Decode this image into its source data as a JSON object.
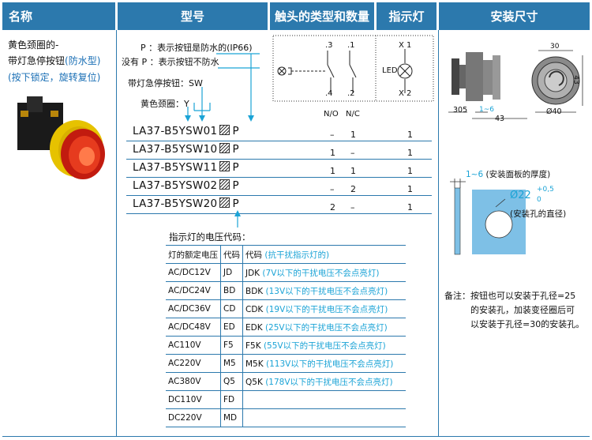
{
  "headers": {
    "name": "名称",
    "model": "型号",
    "contacts": "触头的类型和数量",
    "lamp": "指示灯",
    "mount": "安装尺寸"
  },
  "product": {
    "line1": "黄色颈圈的-",
    "line2a": "带灯急停按钮",
    "line2b": "(防水型)",
    "line3": "(按下锁定，旋转复位)"
  },
  "legend": {
    "p_line": "P ：表示按钮是防水的(IP66)",
    "nop_prefix": "没有",
    "nop_line": "P ：表示按钮不防水",
    "sw_line": "带灯急停按钮：SW",
    "y_line": "黄色颈圈：Y"
  },
  "models": [
    {
      "code": "LA37-B5YSW01",
      "suffix": "P",
      "no": "–",
      "nc": "1",
      "lamp": "1"
    },
    {
      "code": "LA37-B5YSW10",
      "suffix": "P",
      "no": "1",
      "nc": "–",
      "lamp": "1"
    },
    {
      "code": "LA37-B5YSW11",
      "suffix": "P",
      "no": "1",
      "nc": "1",
      "lamp": "1"
    },
    {
      "code": "LA37-B5YSW02",
      "suffix": "P",
      "no": "–",
      "nc": "2",
      "lamp": "1"
    },
    {
      "code": "LA37-B5YSW20",
      "suffix": "P",
      "no": "2",
      "nc": "–",
      "lamp": "1"
    }
  ],
  "contact_diagram": {
    "t3": ".3",
    "t1": ".1",
    "t4": ".4",
    "t2": ".2",
    "no": "N/O",
    "nc": "N/C"
  },
  "lamp_diagram": {
    "x1": "X 1",
    "x2": "X 2",
    "led": "LED"
  },
  "dims": {
    "top": "30",
    "side": "43",
    "left": "305",
    "small": "1~6",
    "bottom": "43",
    "dia": "Ø40"
  },
  "panel": {
    "thick": "1~6",
    "thick_note": "(安装面板的厚度)",
    "hole": "Ø22",
    "tol_up": "+0,5",
    "tol_down": "0",
    "hole_note": "(安装孔的直径)"
  },
  "note": {
    "label": "备注：",
    "l1": "按钮也可以安装于孔径=25",
    "l2": "的安装孔，加装变径圈后可",
    "l3": "以安装于孔径=30的安装孔。"
  },
  "voltage": {
    "title": "指示灯的电压代码：",
    "col1": "灯的额定电压",
    "col2": "代码",
    "col3": "代码",
    "col3_note": "(抗干扰指示灯的)",
    "rows": [
      {
        "v": "AC/DC12V",
        "c": "JD",
        "k": "JDK",
        "n": "(7V以下的干扰电压不会点亮灯)"
      },
      {
        "v": "AC/DC24V",
        "c": "BD",
        "k": "BDK",
        "n": "(13V以下的干扰电压不会点亮灯)"
      },
      {
        "v": "AC/DC36V",
        "c": "CD",
        "k": "CDK",
        "n": "(19V以下的干扰电压不会点亮灯)"
      },
      {
        "v": "AC/DC48V",
        "c": "ED",
        "k": "EDK",
        "n": "(25V以下的干扰电压不会点亮灯)"
      },
      {
        "v": "AC110V",
        "c": "F5",
        "k": "F5K",
        "n": "(55V以下的干扰电压不会点亮灯)"
      },
      {
        "v": "AC220V",
        "c": "M5",
        "k": "M5K",
        "n": "(113V以下的干扰电压不会点亮灯)"
      },
      {
        "v": "AC380V",
        "c": "Q5",
        "k": "Q5K",
        "n": "(178V以下的干扰电压不会点亮灯)"
      },
      {
        "v": "DC110V",
        "c": "FD",
        "k": "",
        "n": ""
      },
      {
        "v": "DC220V",
        "c": "MD",
        "k": "",
        "n": ""
      }
    ]
  }
}
